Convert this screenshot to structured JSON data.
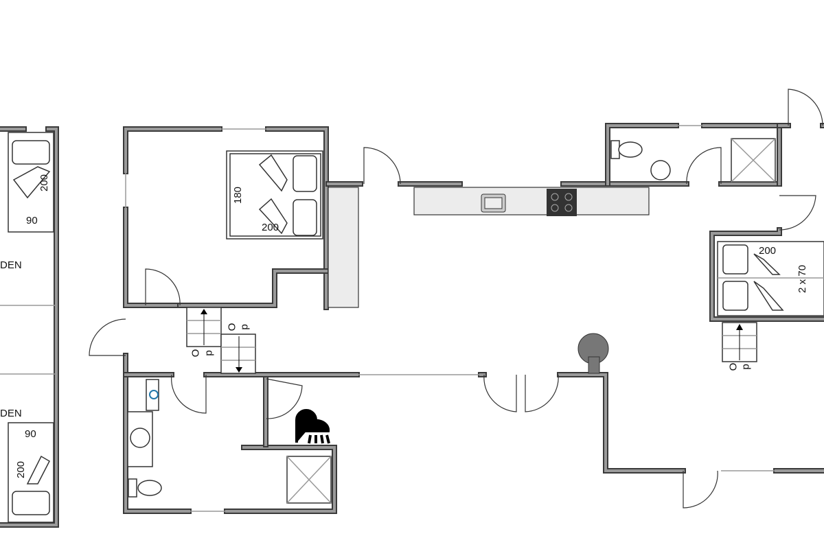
{
  "labels": {
    "left_bed_top_length": "200",
    "left_bed_top_width": "90",
    "left_room_upper": "DEN",
    "left_room_lower": "DEN",
    "left_bed_bottom_width": "90",
    "left_bed_bottom_length": "200",
    "double_bed_width": "180",
    "double_bed_length": "200",
    "twin_bed_length": "200",
    "twin_bed_size": "2 x 70",
    "stair_up_o": "O",
    "stair_up_p": "p"
  },
  "colors": {
    "wall": "#9a9a9a",
    "wall_outline": "#3a3a3a",
    "counter": "#ececec",
    "hob": "#333333"
  }
}
